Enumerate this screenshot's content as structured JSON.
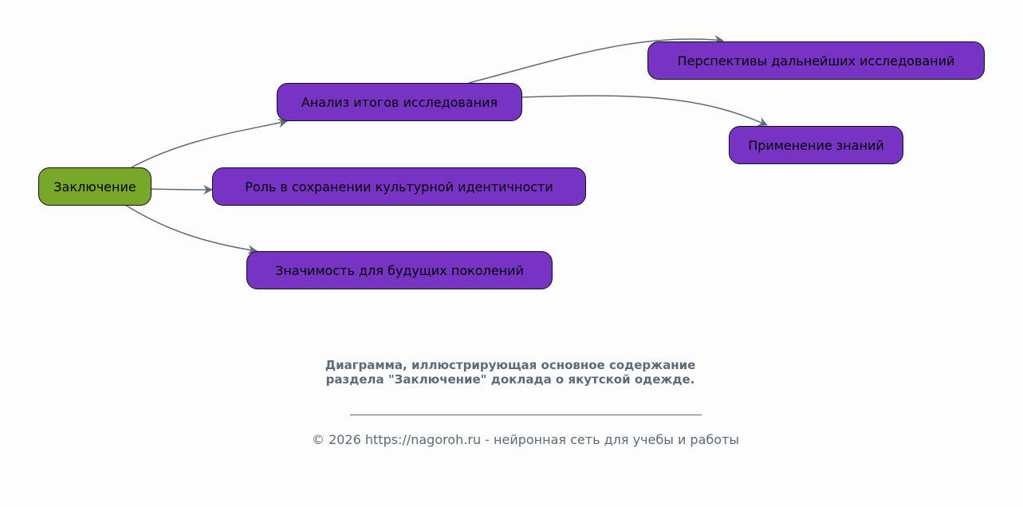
{
  "nodes": {
    "root": "Заключение",
    "analysis": "Анализ итогов исследования",
    "role": "Роль в сохранении культурной идентичности",
    "significance": "Значимость для будущих поколений",
    "perspectives": "Перспективы дальнейших исследований",
    "application": "Применение знаний"
  },
  "caption": "Диаграмма, иллюстрирующая основное содержание раздела \"Заключение\" доклада о якутской одежде.",
  "footer": "© 2026 https://nagoroh.ru - нейронная сеть для учебы и работы",
  "colors": {
    "root": "#78a82a",
    "node": "#7733c4",
    "edge": "#5f6b7a",
    "text": "#5c6b7a"
  }
}
